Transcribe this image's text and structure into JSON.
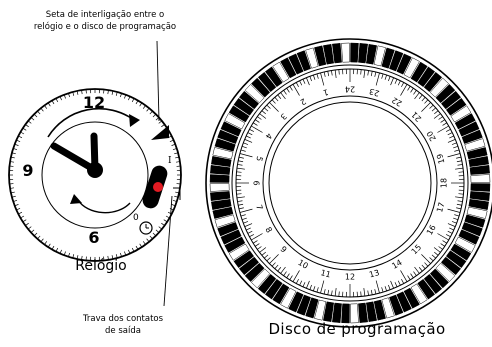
{
  "labels": {
    "arrow_line1": "Seta de interligação entre o",
    "arrow_line2": "relógio e o disco de programação",
    "clock": "Relógio",
    "lock_line1": "Trava dos contatos",
    "lock_line2": "de saída",
    "disc": "Disco de programação"
  },
  "clock": {
    "numerals": [
      "12",
      "9",
      "6"
    ],
    "switch_marks": [
      "I",
      "0"
    ],
    "accent_color": "#e21b23"
  },
  "disc": {
    "hour_numbers": [
      "1",
      "2",
      "3",
      "4",
      "5",
      "6",
      "7",
      "8",
      "9",
      "10",
      "11",
      "12",
      "13",
      "14",
      "15",
      "16",
      "17",
      "18",
      "19",
      "20",
      "21",
      "22",
      "23",
      "24"
    ],
    "segments": 96
  }
}
